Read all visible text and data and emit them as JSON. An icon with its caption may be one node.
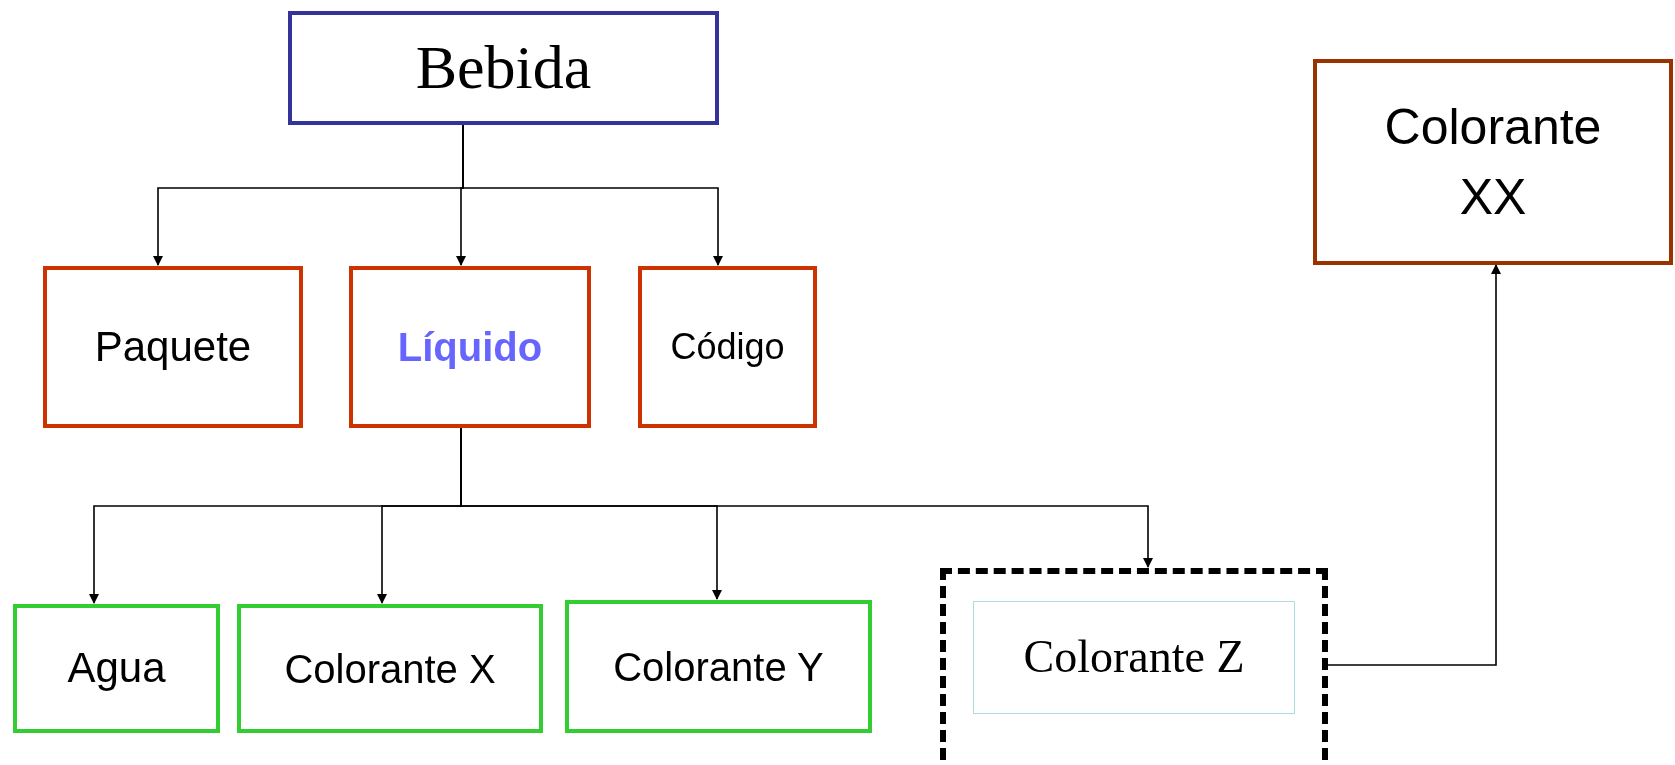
{
  "diagram": {
    "nodes": [
      {
        "text": [
          "Bebida"
        ]
      },
      {
        "text": [
          "Colorante XX"
        ]
      },
      {
        "text": [
          "Paquete"
        ]
      },
      {
        "text": [
          "Líquido"
        ]
      },
      {
        "text": [
          "Código"
        ]
      },
      {
        "text": [
          "Agua"
        ]
      },
      {
        "text": [
          "Colorante X"
        ]
      },
      {
        "text": [
          "Colorante Y"
        ]
      },
      {
        "text": [],
        "shape": "box"
      },
      {
        "text": [
          "Colorante Z"
        ],
        "in": 8
      }
    ],
    "edges": [
      {
        "from": 0,
        "to": 2,
        "arrow": "to"
      },
      {
        "from": 0,
        "to": 3,
        "arrow": "to"
      },
      {
        "from": 0,
        "to": 4,
        "arrow": "to"
      },
      {
        "from": 3,
        "to": 5,
        "arrow": "to"
      },
      {
        "from": 3,
        "to": 6,
        "arrow": "to"
      },
      {
        "from": 3,
        "to": 7,
        "arrow": "to"
      },
      {
        "from": 3,
        "to": 8,
        "arrow": "to"
      },
      {
        "from": 8,
        "to": 1,
        "arrow": "to"
      }
    ]
  }
}
